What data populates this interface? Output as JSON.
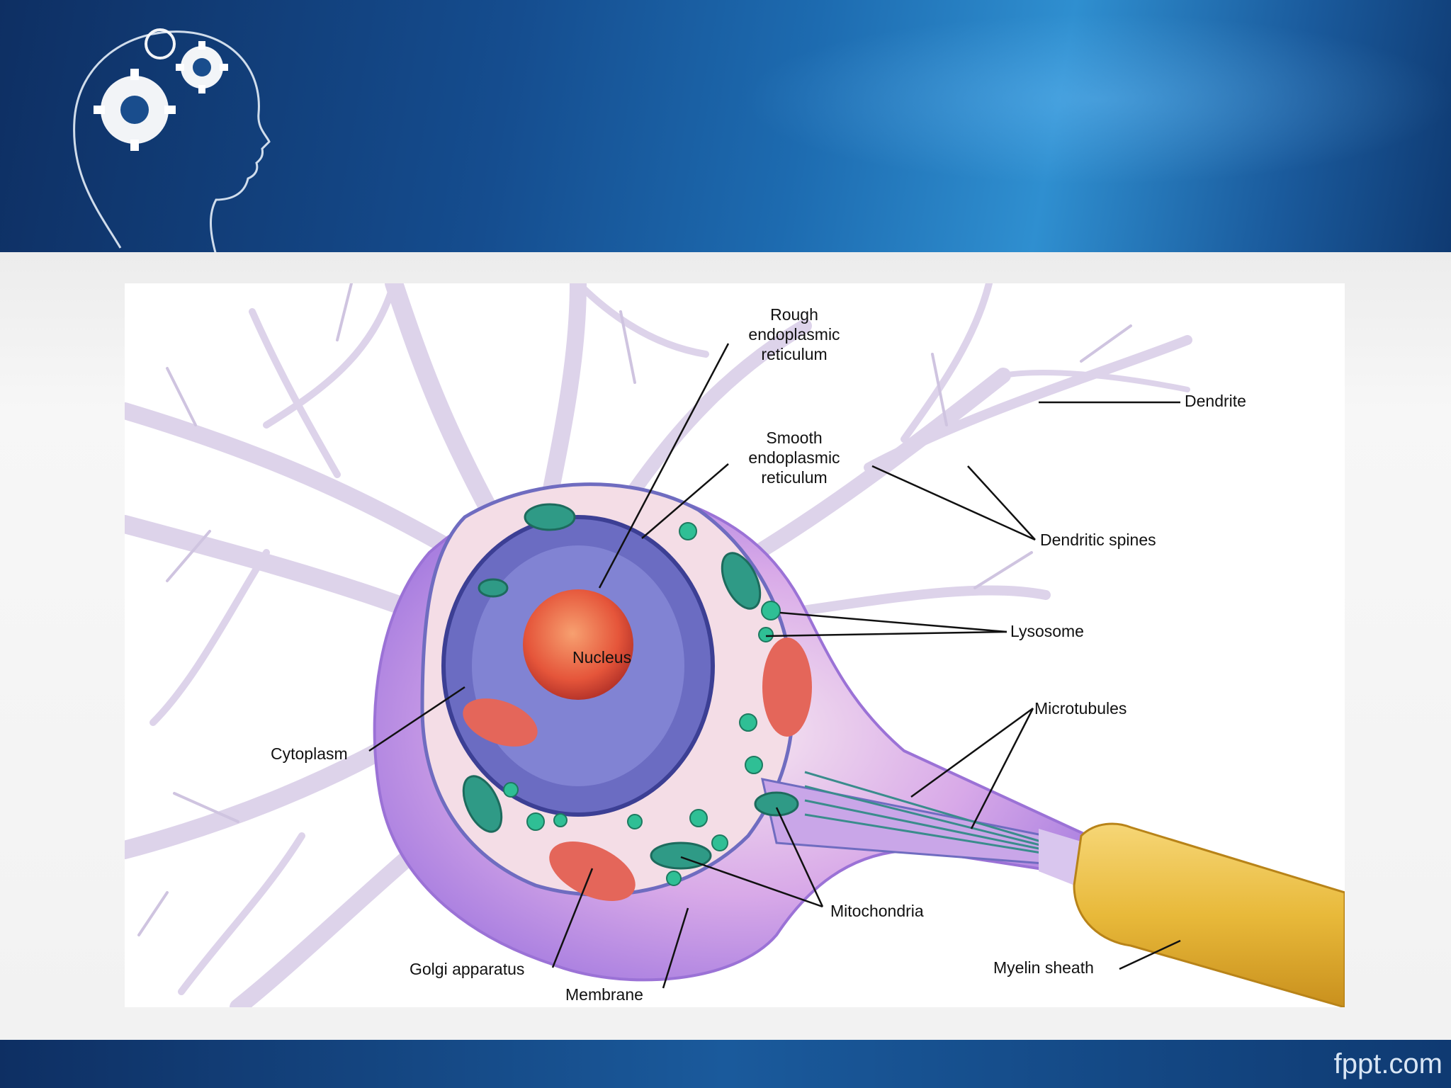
{
  "brand": {
    "footer_text": "fppt.com"
  },
  "diagram": {
    "labels": {
      "rough_er": "Rough\nendoplasmic\nreticulum",
      "smooth_er": "Smooth\nendoplasmic\nreticulum",
      "dendrite": "Dendrite",
      "dendritic_spines": "Dendritic spines",
      "lysosome": "Lysosome",
      "microtubules": "Microtubules",
      "nucleus": "Nucleus",
      "cytoplasm": "Cytoplasm",
      "mitochondria": "Mitochondria",
      "myelin_sheath": "Myelin sheath",
      "golgi": "Golgi apparatus",
      "membrane": "Membrane"
    }
  },
  "colors": {
    "header_dark": "#0e2f63",
    "header_light": "#2f8fd0",
    "cell_purple": "#a97fe0",
    "nucleus_red": "#e5553a",
    "mitochondria_teal": "#2f9a86",
    "myelin_gold": "#e8b93a"
  }
}
